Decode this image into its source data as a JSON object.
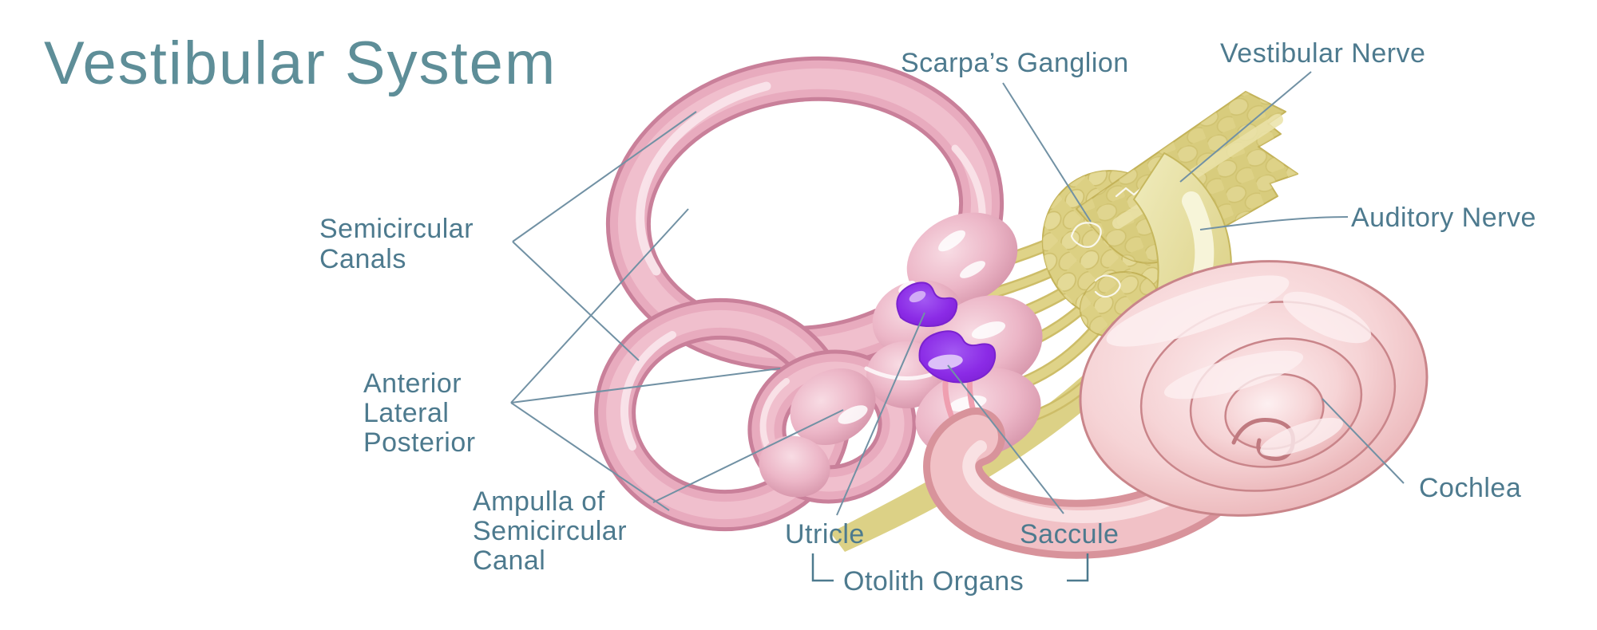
{
  "title": "Vestibular System",
  "labels": {
    "scarpas_ganglion": "Scarpa’s Ganglion",
    "vestibular_nerve": "Vestibular Nerve",
    "auditory_nerve": "Auditory Nerve",
    "semicircular_canals": {
      "line1": "Semicircular",
      "line2": "Canals"
    },
    "canal_names": {
      "line1": "Anterior",
      "line2": "Lateral",
      "line3": "Posterior"
    },
    "ampulla": {
      "line1": "Ampulla of",
      "line2": "Semicircular",
      "line3": "Canal"
    },
    "utricle": "Utricle",
    "saccule": "Saccule",
    "otolith_organs": "Otolith Organs",
    "cochlea": "Cochlea"
  },
  "colors": {
    "title_text": "#5E8E98",
    "label_text": "#4D7A8E",
    "leader_line": "#7191A4",
    "canal_pink": "#E8ABBE",
    "canal_outline": "#C87F97",
    "vestibule_pink": "#EFC3D0",
    "cochlea_pink": "#F2C7CA",
    "cochlea_outline": "#C9858A",
    "nerve_yellow": "#DCD083",
    "nerve_outline": "#C3B258",
    "otolith_purple": "#8B2BE6",
    "background": "#FFFFFF"
  }
}
